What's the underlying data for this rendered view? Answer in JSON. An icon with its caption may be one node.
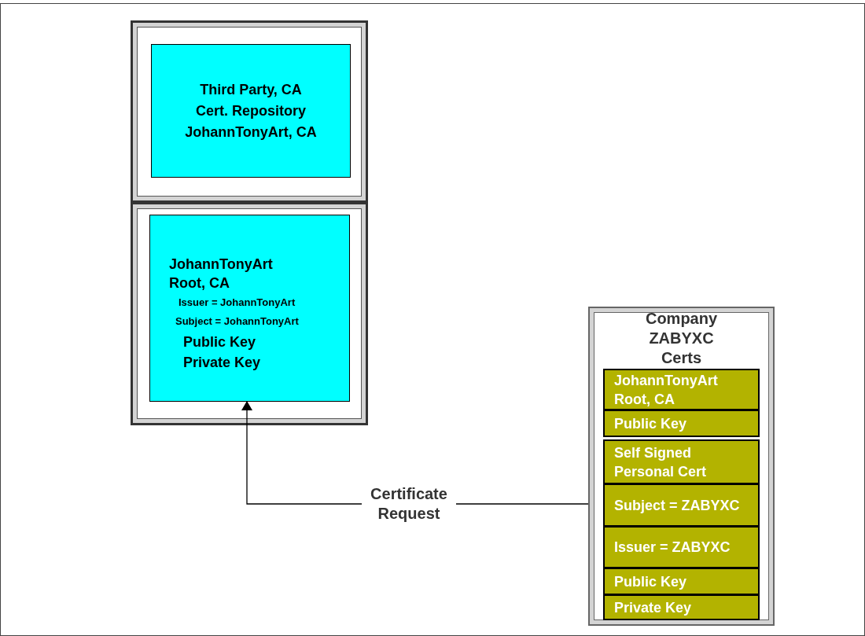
{
  "diagram": {
    "nodes": [
      {
        "text": [],
        "shape": "box"
      },
      {
        "text": [
          "Third Party, CA",
          "Cert. Repository",
          "JohannTonyArt, CA"
        ],
        "in": 0
      },
      {
        "text": [],
        "shape": "box"
      },
      {
        "text": [
          "JohannTonyArt Root, CA",
          "Issuer = JohannTonyArt",
          "Subject = JohannTonyArt",
          "Public Key",
          "Private Key"
        ],
        "in": 2
      },
      {
        "text": [
          "Company ZABYXC Certs"
        ]
      },
      {
        "text": [],
        "shape": "box",
        "in": 4
      },
      {
        "text": [
          "JohannTonyArt Root, CA"
        ],
        "in": 5
      },
      {
        "text": [
          "Public Key"
        ],
        "in": 5
      },
      {
        "text": [],
        "shape": "box",
        "in": 4
      },
      {
        "text": [
          "Self Signed Personal Cert"
        ],
        "in": 8
      },
      {
        "text": [
          "Subject = ZABYXC"
        ],
        "in": 8
      },
      {
        "text": [
          "Issuer = ZABYXC"
        ],
        "in": 8
      },
      {
        "text": [
          "Public Key"
        ],
        "in": 8
      },
      {
        "text": [
          "Private Key"
        ],
        "in": 8
      }
    ],
    "edges": [
      {
        "from": 4,
        "to": 3,
        "arrow": "to",
        "label": "Certificate Request"
      }
    ]
  }
}
